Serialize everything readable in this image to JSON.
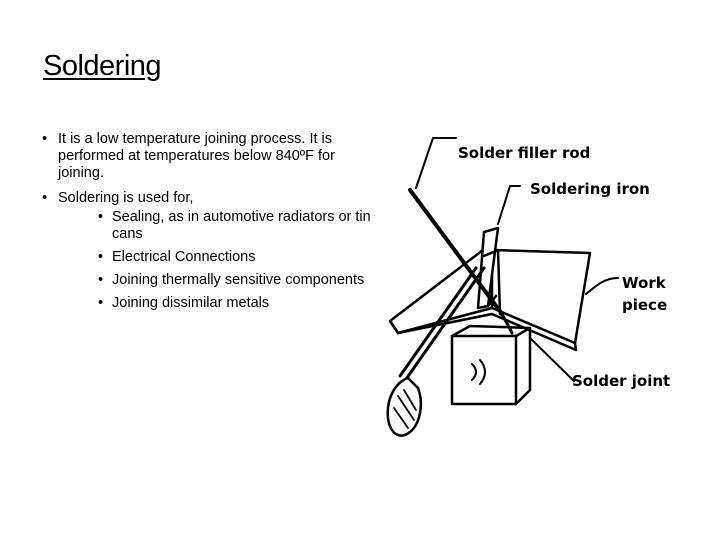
{
  "slide": {
    "title": "Soldering",
    "bullets": [
      {
        "text": "It is a low temperature joining process. It is performed at temperatures below 840ºF for joining."
      },
      {
        "text": "Soldering is used for,"
      }
    ],
    "sub_bullets": [
      {
        "text": "Sealing, as in automotive radiators or tin cans"
      },
      {
        "text": "Electrical Connections"
      },
      {
        "text": "Joining thermally sensitive components"
      },
      {
        "text": "Joining dissimilar metals"
      }
    ],
    "bullet_glyph": "•"
  },
  "figure": {
    "labels": {
      "filler_rod": "Solder filler rod",
      "iron": "Soldering iron",
      "work_line1": "Work",
      "work_line2": "piece",
      "joint": "Solder joint"
    }
  }
}
